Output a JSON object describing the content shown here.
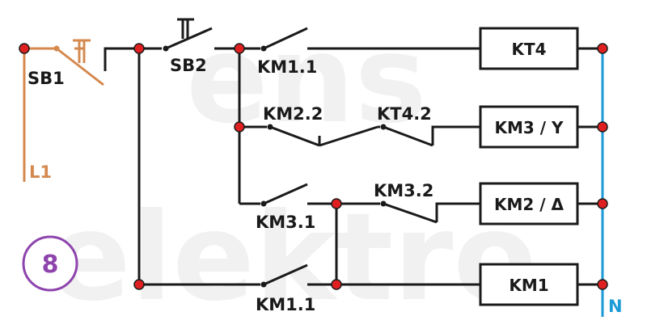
{
  "watermark": {
    "line1": "ens",
    "line2": "elektro"
  },
  "badge": {
    "number": "8",
    "color": "#8e44ad"
  },
  "supply": {
    "phase_label": "L1",
    "neutral_label": "N",
    "phase_color": "#d4894f",
    "neutral_color": "#1a9ad6"
  },
  "buttons": {
    "stop": "SB1",
    "start": "SB2"
  },
  "contacts": {
    "km1_1_top": "KM1.1",
    "km2_2": "KM2.2",
    "kt4_2": "KT4.2",
    "km3_1": "KM3.1",
    "km3_2": "KM3.2",
    "km1_1_bottom": "KM1.1"
  },
  "coils": {
    "kt4": "KT4",
    "km3": "KM3 / Y",
    "km2": "KM2 / Δ",
    "km1": "KM1"
  },
  "colors": {
    "wire": "#1a1a1a",
    "node": "#e02020"
  }
}
